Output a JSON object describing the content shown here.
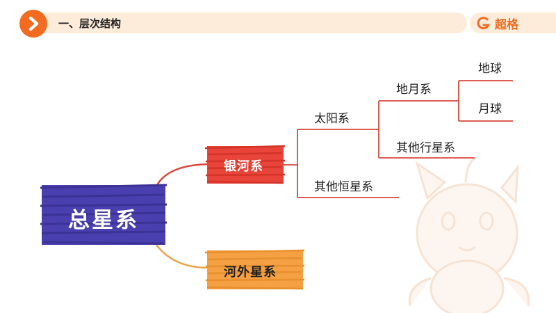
{
  "header": {
    "title": "一、层次结构",
    "brand": "超格",
    "accent_color": "#f26b21",
    "bar_color": "#fdecd9"
  },
  "mindmap": {
    "root": {
      "label": "总星系",
      "color": "#4a3fae"
    },
    "milky_way": {
      "label": "银河系",
      "color": "#e8443a"
    },
    "extragalactic": {
      "label": "河外星系",
      "color": "#f4a043"
    },
    "solar_system": {
      "label": "太阳系"
    },
    "other_stars": {
      "label": "其他恒星系"
    },
    "earth_moon": {
      "label": "地月系"
    },
    "other_planets": {
      "label": "其他行星系"
    },
    "earth": {
      "label": "地球"
    },
    "moon": {
      "label": "月球"
    },
    "line_color": "#d9473c",
    "orange_line_color": "#f0a04b"
  }
}
